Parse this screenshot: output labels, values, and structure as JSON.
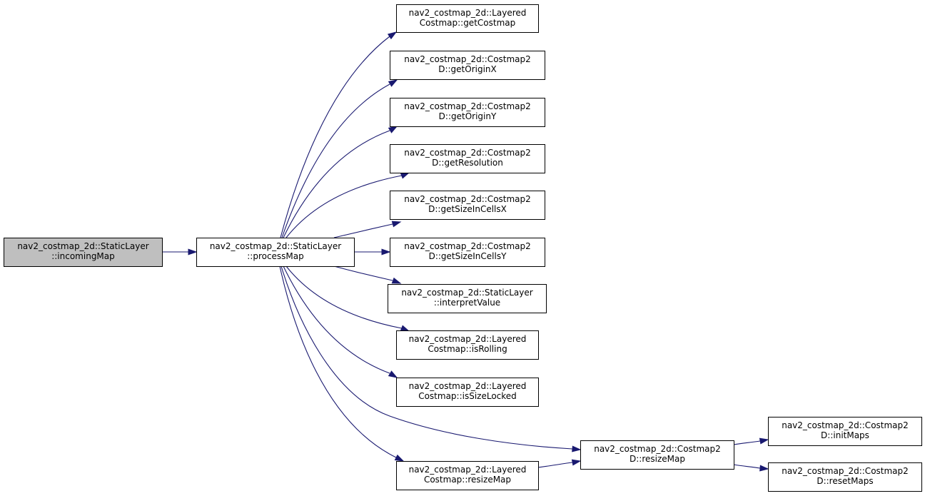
{
  "graph": {
    "nodes": [
      {
        "id": "incomingMap",
        "lines": [
          "nav2_costmap_2d::StaticLayer",
          "::incomingMap"
        ],
        "highlighted": true
      },
      {
        "id": "processMap",
        "lines": [
          "nav2_costmap_2d::StaticLayer",
          "::processMap"
        ]
      },
      {
        "id": "lc_getCostmap",
        "lines": [
          "nav2_costmap_2d::Layered",
          "Costmap::getCostmap"
        ]
      },
      {
        "id": "c2d_getOriginX",
        "lines": [
          "nav2_costmap_2d::Costmap2",
          "D::getOriginX"
        ]
      },
      {
        "id": "c2d_getOriginY",
        "lines": [
          "nav2_costmap_2d::Costmap2",
          "D::getOriginY"
        ]
      },
      {
        "id": "c2d_getResolution",
        "lines": [
          "nav2_costmap_2d::Costmap2",
          "D::getResolution"
        ]
      },
      {
        "id": "c2d_getSizeInCellsX",
        "lines": [
          "nav2_costmap_2d::Costmap2",
          "D::getSizeInCellsX"
        ]
      },
      {
        "id": "c2d_getSizeInCellsY",
        "lines": [
          "nav2_costmap_2d::Costmap2",
          "D::getSizeInCellsY"
        ]
      },
      {
        "id": "sl_interpretValue",
        "lines": [
          "nav2_costmap_2d::StaticLayer",
          "::interpretValue"
        ]
      },
      {
        "id": "lc_isRolling",
        "lines": [
          "nav2_costmap_2d::Layered",
          "Costmap::isRolling"
        ]
      },
      {
        "id": "lc_isSizeLocked",
        "lines": [
          "nav2_costmap_2d::Layered",
          "Costmap::isSizeLocked"
        ]
      },
      {
        "id": "c2d_resizeMap",
        "lines": [
          "nav2_costmap_2d::Costmap2",
          "D::resizeMap"
        ]
      },
      {
        "id": "lc_resizeMap",
        "lines": [
          "nav2_costmap_2d::Layered",
          "Costmap::resizeMap"
        ]
      },
      {
        "id": "c2d_initMaps",
        "lines": [
          "nav2_costmap_2d::Costmap2",
          "D::initMaps"
        ]
      },
      {
        "id": "c2d_resetMaps",
        "lines": [
          "nav2_costmap_2d::Costmap2",
          "D::resetMaps"
        ]
      }
    ],
    "edges": [
      {
        "from": "incomingMap",
        "to": "processMap"
      },
      {
        "from": "processMap",
        "to": "lc_getCostmap"
      },
      {
        "from": "processMap",
        "to": "c2d_getOriginX"
      },
      {
        "from": "processMap",
        "to": "c2d_getOriginY"
      },
      {
        "from": "processMap",
        "to": "c2d_getResolution"
      },
      {
        "from": "processMap",
        "to": "c2d_getSizeInCellsX"
      },
      {
        "from": "processMap",
        "to": "c2d_getSizeInCellsY"
      },
      {
        "from": "processMap",
        "to": "sl_interpretValue"
      },
      {
        "from": "processMap",
        "to": "lc_isRolling"
      },
      {
        "from": "processMap",
        "to": "lc_isSizeLocked"
      },
      {
        "from": "processMap",
        "to": "c2d_resizeMap"
      },
      {
        "from": "processMap",
        "to": "lc_resizeMap"
      },
      {
        "from": "lc_resizeMap",
        "to": "c2d_resizeMap"
      },
      {
        "from": "c2d_resizeMap",
        "to": "c2d_initMaps"
      },
      {
        "from": "c2d_resizeMap",
        "to": "c2d_resetMaps"
      }
    ],
    "colors": {
      "edge": "#191970",
      "highlight_fill": "#bfbfbf",
      "node_fill": "#ffffff",
      "node_border": "#000000"
    }
  }
}
